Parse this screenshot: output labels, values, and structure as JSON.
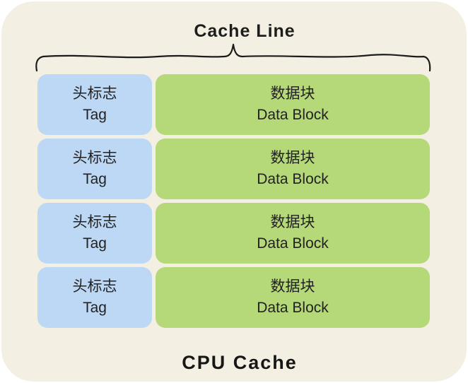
{
  "diagram": {
    "title": "Cache Line",
    "footer": "CPU Cache",
    "colors": {
      "canvas_bg": "#f3efe2",
      "tag_fill": "#bdd8f4",
      "data_fill": "#b5d878",
      "stroke": "#1c1c1c"
    },
    "rows": [
      {
        "tag_zh": "头标志",
        "tag_en": "Tag",
        "data_zh": "数据块",
        "data_en": "Data Block"
      },
      {
        "tag_zh": "头标志",
        "tag_en": "Tag",
        "data_zh": "数据块",
        "data_en": "Data Block"
      },
      {
        "tag_zh": "头标志",
        "tag_en": "Tag",
        "data_zh": "数据块",
        "data_en": "Data Block"
      },
      {
        "tag_zh": "头标志",
        "tag_en": "Tag",
        "data_zh": "数据块",
        "data_en": "Data Block"
      }
    ]
  }
}
